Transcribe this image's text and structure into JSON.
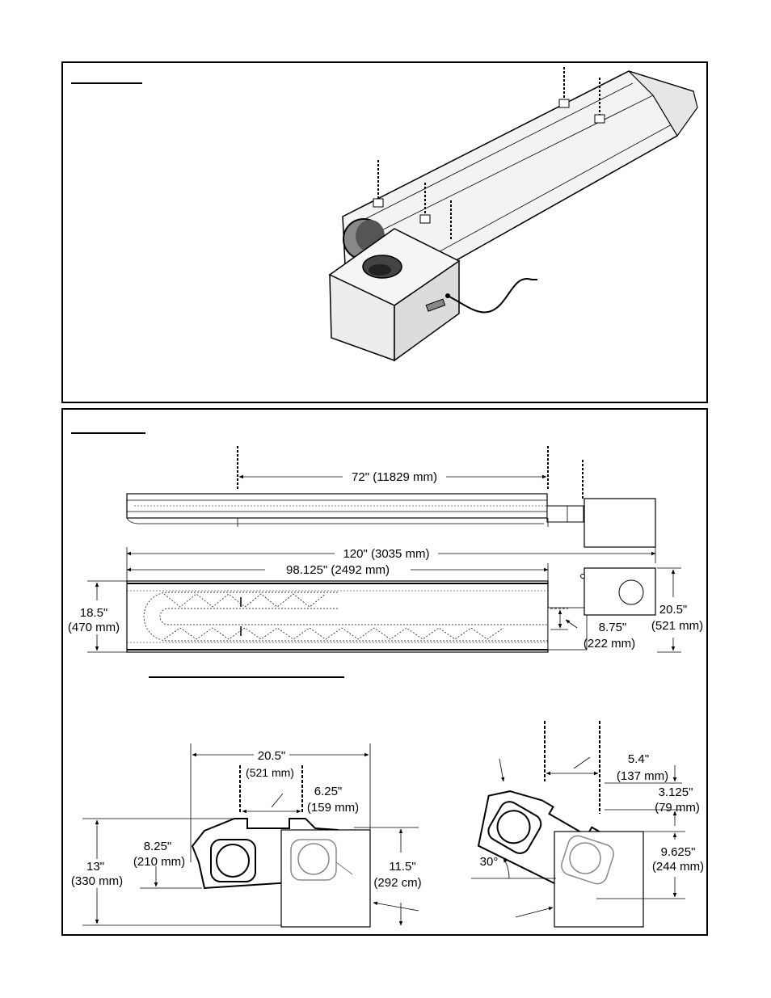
{
  "figure_top": {
    "heading": ""
  },
  "figure_bottom": {
    "heading": "",
    "subheading": "",
    "side_view": {
      "chain_spacing": "72\" (11829 mm)"
    },
    "top_view": {
      "overall_length": "120\" (3035 mm)",
      "tube_length": "98.125\" (2492 mm)",
      "reflector_width_in": "18.5\"",
      "reflector_width_mm": "(470 mm)",
      "total_width_in": "20.5\"",
      "total_width_mm": "(521 mm)",
      "offset_in": "8.75\"",
      "offset_mm": "(222 mm)"
    },
    "end_view_level": {
      "width_in": "20.5\"",
      "width_mm": "(521 mm)",
      "chain_spacing_in": "6.25\"",
      "chain_spacing_mm": "(159 mm)",
      "hanger_height_in": "8.25\"",
      "hanger_height_mm": "(210 mm)",
      "total_height_in": "13\"",
      "total_height_mm": "(330 mm)",
      "box_height_in": "11.5\"",
      "box_height_mm": "(292 cm)"
    },
    "end_view_tilted": {
      "chain_spacing_in": "5.4\"",
      "chain_spacing_mm": "(137 mm)",
      "chain_drop_in": "3.125\"",
      "chain_drop_mm": "(79 mm)",
      "height_in": "9.625\"",
      "height_mm": "(244 mm)",
      "angle": "30°"
    }
  }
}
